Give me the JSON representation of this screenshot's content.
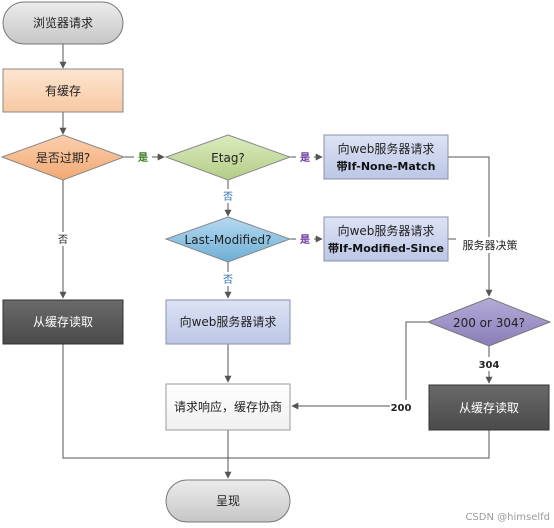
{
  "nodes": {
    "browser_request": "浏览器请求",
    "has_cache": "有缓存",
    "expired": "是否过期?",
    "etag": "Etag?",
    "req_if_none_match_l1": "向web服务器请求",
    "req_if_none_match_l2": "带If-None-Match",
    "last_modified": "Last-Modified?",
    "req_if_modified_l1": "向web服务器请求",
    "req_if_modified_l2": "带If-Modified-Since",
    "read_cache_left": "从缓存读取",
    "req_server": "向web服务器请求",
    "response_negotiate": "请求响应，缓存协商",
    "code_check": "200 or 304?",
    "read_cache_right": "从缓存读取",
    "render": "呈现"
  },
  "edges": {
    "expired_yes": "是",
    "etag_yes": "是",
    "lastmod_yes": "是",
    "etag_no": "否",
    "expired_no": "否",
    "lastmod_no": "否",
    "server_decides": "服务器决策",
    "code_200": "200",
    "code_304": "304"
  },
  "watermark": "CSDN @himselfd",
  "colors": {
    "terminal": "#d4d4d4",
    "orange_box": "#fbd6b6",
    "orange_diamond": "#f7b98b",
    "green_diamond": "#c8dca4",
    "blue_diamond": "#86bfe0",
    "lavender_box": "#c9d2ec",
    "dark_box": "#585858",
    "purple_diamond": "#9e93c6",
    "line": "#555555",
    "yes_green": "#3a7d1e",
    "yes_purple": "#6a3aa3",
    "no_blue": "#2a6cb0"
  }
}
